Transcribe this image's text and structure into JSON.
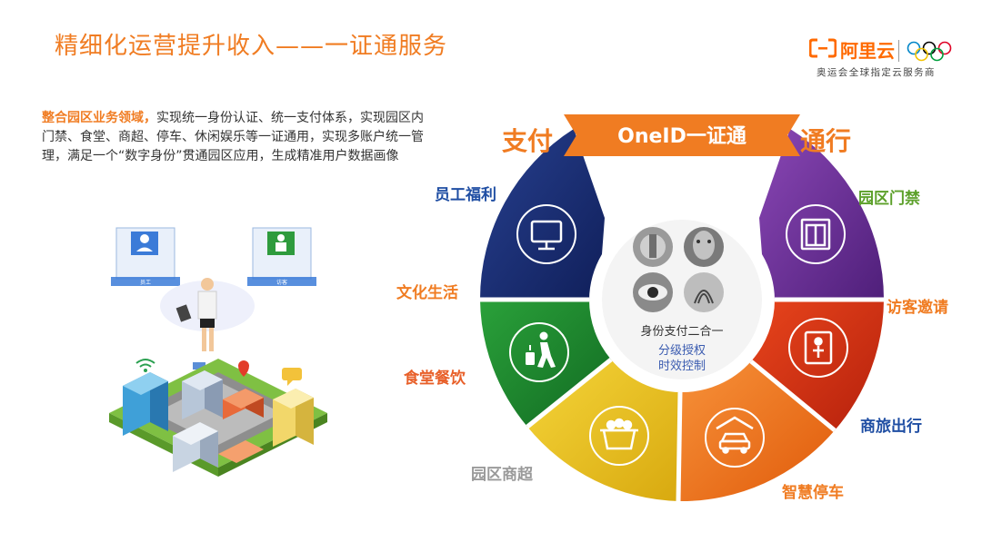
{
  "header": {
    "title": "精细化运营提升收入——一证通服务",
    "brand": "阿里云",
    "brand_subtitle": "奥运会全球指定云服务商"
  },
  "intro": {
    "highlight": "整合园区业务领域，",
    "text": "实现统一身份认证、统一支付体系，实现园区内门禁、食堂、商超、停车、休闲娱乐等一证通用，实现多账户统一管理，满足一个“数字身份”贯通园区应用，生成精准用户数据画像"
  },
  "illustration": {
    "gate_labels": [
      "员工",
      "访客"
    ]
  },
  "wheel": {
    "banner": "OneID一证通",
    "left_label": "支付",
    "right_label": "通行",
    "center_title": "身份支付二合一",
    "center_sub": [
      "分级授权",
      "时效控制"
    ],
    "segments": [
      {
        "label": "员工福利",
        "color": "#1b2f7a",
        "icon": "monitor-icon"
      },
      {
        "label": "文化生活",
        "color": "#e1891e",
        "icon": "none"
      },
      {
        "label": "食堂餐饮",
        "color": "#1b8a2e",
        "icon": "traveler-icon"
      },
      {
        "label": "园区商超",
        "color": "#e6c21f",
        "icon": "shopping-basket-icon"
      },
      {
        "label": "智慧停车",
        "color": "#ec6e14",
        "icon": "car-garage-icon"
      },
      {
        "label": "商旅出行",
        "color": "#cf2a12",
        "icon": "none"
      },
      {
        "label": "访客邀请",
        "color": "#cf2a12",
        "icon": "elevator-person-icon"
      },
      {
        "label": "园区门禁",
        "color": "#6a2e95",
        "icon": "elevator-door-icon"
      }
    ],
    "label_colors": {
      "blue": "#1f4ea3",
      "orange": "#f07c22",
      "green": "#5ca02a",
      "gray": "#9a9a9a",
      "red_orange": "#e8602a",
      "accent": "#f07c22"
    }
  }
}
